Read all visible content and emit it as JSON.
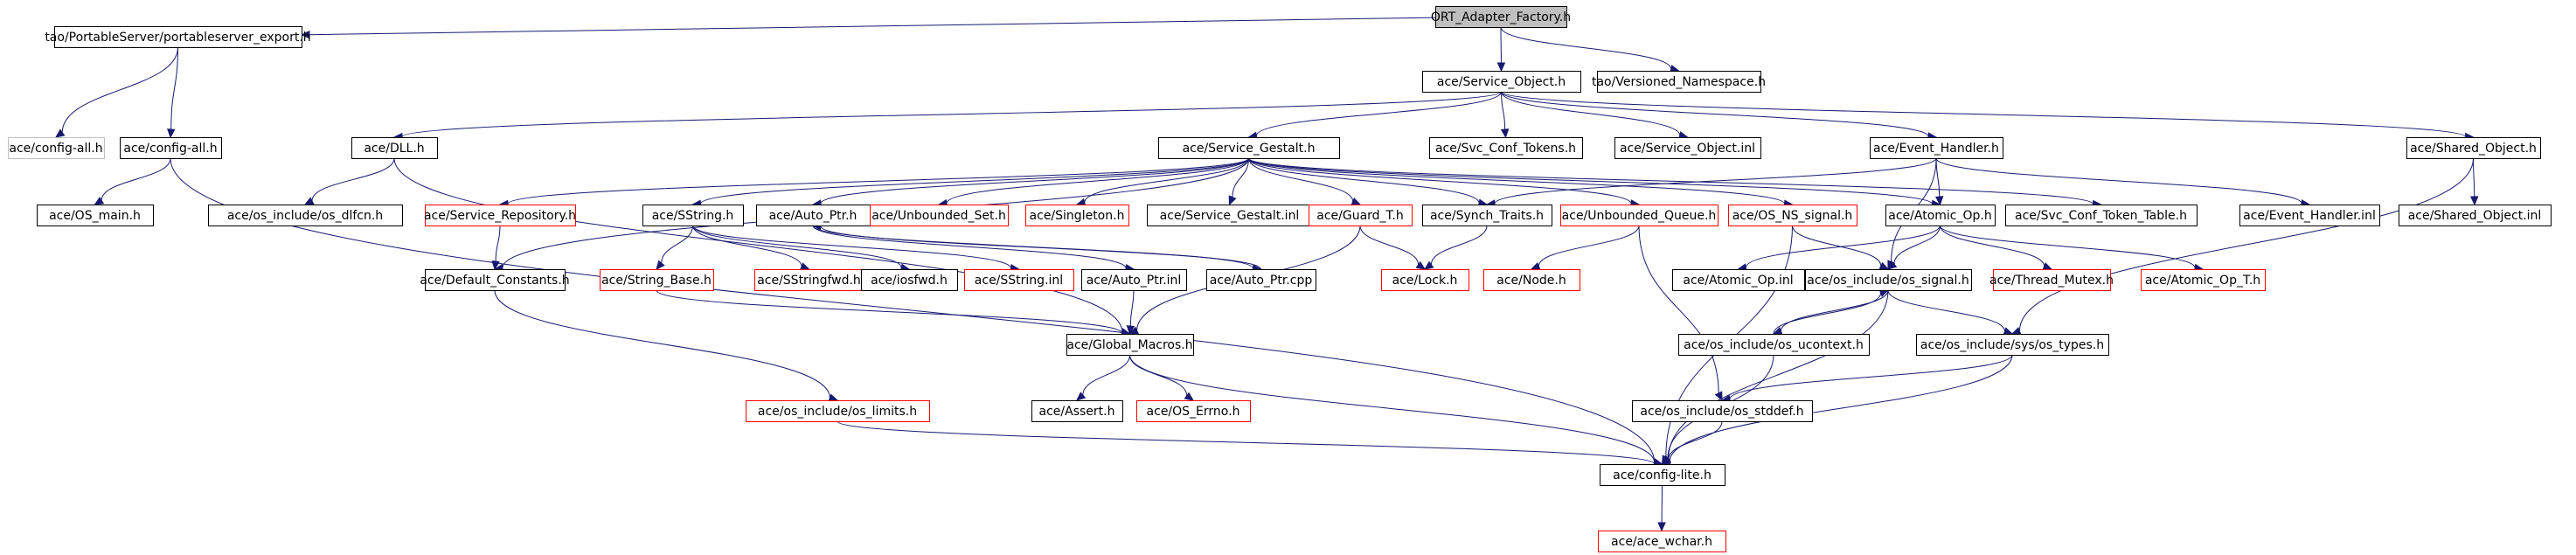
{
  "colors": {
    "root_fill": "#bfbfbf",
    "node_fill": "#ffffff",
    "normal_border": "#000000",
    "truncated_border": "#ff0000",
    "external_border": "#bfbfbf",
    "edge": "#191970"
  },
  "nodes": [
    {
      "id": "ort",
      "label": "ORT_Adapter_Factory.h",
      "kind": "root"
    },
    {
      "id": "pse",
      "label": "tao/PortableServer/portableserver_export.h",
      "kind": "normal"
    },
    {
      "id": "so",
      "label": "ace/Service_Object.h",
      "kind": "normal"
    },
    {
      "id": "vn",
      "label": "tao/Versioned_Namespace.h",
      "kind": "normal"
    },
    {
      "id": "cfg_all_h",
      "label": "ace/config-all.h",
      "kind": "external"
    },
    {
      "id": "cfg_all",
      "label": "ace/config-all.h",
      "kind": "normal"
    },
    {
      "id": "os_main",
      "label": "ace/OS_main.h",
      "kind": "normal"
    },
    {
      "id": "dll",
      "label": "ace/DLL.h",
      "kind": "normal"
    },
    {
      "id": "dlfcn",
      "label": "ace/os_include/os_dlfcn.h",
      "kind": "normal"
    },
    {
      "id": "sg",
      "label": "ace/Service_Gestalt.h",
      "kind": "normal"
    },
    {
      "id": "sct",
      "label": "ace/Svc_Conf_Tokens.h",
      "kind": "normal"
    },
    {
      "id": "soinl",
      "label": "ace/Service_Object.inl",
      "kind": "normal"
    },
    {
      "id": "eh",
      "label": "ace/Event_Handler.h",
      "kind": "normal"
    },
    {
      "id": "sho",
      "label": "ace/Shared_Object.h",
      "kind": "normal"
    },
    {
      "id": "sr",
      "label": "ace/Service_Repository.h",
      "kind": "truncated"
    },
    {
      "id": "ss",
      "label": "ace/SString.h",
      "kind": "normal"
    },
    {
      "id": "ap",
      "label": "ace/Auto_Ptr.h",
      "kind": "normal"
    },
    {
      "id": "us",
      "label": "ace/Unbounded_Set.h",
      "kind": "truncated"
    },
    {
      "id": "sing",
      "label": "ace/Singleton.h",
      "kind": "truncated"
    },
    {
      "id": "sginl",
      "label": "ace/Service_Gestalt.inl",
      "kind": "normal"
    },
    {
      "id": "gt",
      "label": "ace/Guard_T.h",
      "kind": "truncated"
    },
    {
      "id": "st",
      "label": "ace/Synch_Traits.h",
      "kind": "normal"
    },
    {
      "id": "uq",
      "label": "ace/Unbounded_Queue.h",
      "kind": "truncated"
    },
    {
      "id": "nss",
      "label": "ace/OS_NS_signal.h",
      "kind": "truncated"
    },
    {
      "id": "aop",
      "label": "ace/Atomic_Op.h",
      "kind": "normal"
    },
    {
      "id": "sctt",
      "label": "ace/Svc_Conf_Token_Table.h",
      "kind": "normal"
    },
    {
      "id": "ehinl",
      "label": "ace/Event_Handler.inl",
      "kind": "normal"
    },
    {
      "id": "shoinl",
      "label": "ace/Shared_Object.inl",
      "kind": "normal"
    },
    {
      "id": "dc",
      "label": "ace/Default_Constants.h",
      "kind": "normal"
    },
    {
      "id": "sb",
      "label": "ace/String_Base.h",
      "kind": "truncated"
    },
    {
      "id": "ssfwd",
      "label": "ace/SStringfwd.h",
      "kind": "truncated"
    },
    {
      "id": "iosfwd",
      "label": "ace/iosfwd.h",
      "kind": "normal"
    },
    {
      "id": "ssinl",
      "label": "ace/SString.inl",
      "kind": "truncated"
    },
    {
      "id": "apinl",
      "label": "ace/Auto_Ptr.inl",
      "kind": "normal"
    },
    {
      "id": "apcpp",
      "label": "ace/Auto_Ptr.cpp",
      "kind": "normal"
    },
    {
      "id": "lock",
      "label": "ace/Lock.h",
      "kind": "truncated"
    },
    {
      "id": "node",
      "label": "ace/Node.h",
      "kind": "truncated"
    },
    {
      "id": "aopinl",
      "label": "ace/Atomic_Op.inl",
      "kind": "normal"
    },
    {
      "id": "ossig",
      "label": "ace/os_include/os_signal.h",
      "kind": "normal"
    },
    {
      "id": "tm",
      "label": "ace/Thread_Mutex.h",
      "kind": "truncated"
    },
    {
      "id": "aopt",
      "label": "ace/Atomic_Op_T.h",
      "kind": "truncated"
    },
    {
      "id": "gm",
      "label": "ace/Global_Macros.h",
      "kind": "normal"
    },
    {
      "id": "uctx",
      "label": "ace/os_include/os_ucontext.h",
      "kind": "normal"
    },
    {
      "id": "systypes",
      "label": "ace/os_include/sys/os_types.h",
      "kind": "normal"
    },
    {
      "id": "limits",
      "label": "ace/os_include/os_limits.h",
      "kind": "truncated"
    },
    {
      "id": "assert",
      "label": "ace/Assert.h",
      "kind": "normal"
    },
    {
      "id": "errno",
      "label": "ace/OS_Errno.h",
      "kind": "truncated"
    },
    {
      "id": "stddef",
      "label": "ace/os_include/os_stddef.h",
      "kind": "normal"
    },
    {
      "id": "cl",
      "label": "ace/config-lite.h",
      "kind": "normal"
    },
    {
      "id": "wchar",
      "label": "ace/ace_wchar.h",
      "kind": "truncated"
    }
  ],
  "edges": [
    [
      "ort",
      "pse"
    ],
    [
      "ort",
      "so"
    ],
    [
      "ort",
      "vn"
    ],
    [
      "pse",
      "cfg_all_h"
    ],
    [
      "pse",
      "cfg_all"
    ],
    [
      "cfg_all",
      "os_main"
    ],
    [
      "cfg_all",
      "cl"
    ],
    [
      "so",
      "dll"
    ],
    [
      "so",
      "sg"
    ],
    [
      "so",
      "sct"
    ],
    [
      "so",
      "soinl"
    ],
    [
      "so",
      "eh"
    ],
    [
      "so",
      "sho"
    ],
    [
      "dll",
      "dlfcn"
    ],
    [
      "dll",
      "gm"
    ],
    [
      "sg",
      "sr"
    ],
    [
      "sg",
      "ss"
    ],
    [
      "sg",
      "ap"
    ],
    [
      "sg",
      "us"
    ],
    [
      "sg",
      "sing"
    ],
    [
      "sg",
      "sginl"
    ],
    [
      "sg",
      "gt"
    ],
    [
      "sg",
      "st"
    ],
    [
      "sg",
      "uq"
    ],
    [
      "sg",
      "nss"
    ],
    [
      "sg",
      "aop"
    ],
    [
      "sg",
      "sctt"
    ],
    [
      "sg",
      "dc"
    ],
    [
      "eh",
      "aop"
    ],
    [
      "eh",
      "ehinl"
    ],
    [
      "eh",
      "st"
    ],
    [
      "eh",
      "ossig"
    ],
    [
      "sho",
      "shoinl"
    ],
    [
      "sho",
      "systypes"
    ],
    [
      "sr",
      "dc"
    ],
    [
      "ss",
      "sb"
    ],
    [
      "ss",
      "ssfwd"
    ],
    [
      "ss",
      "iosfwd"
    ],
    [
      "ss",
      "ssinl"
    ],
    [
      "ap",
      "apinl"
    ],
    [
      "ap",
      "apcpp"
    ],
    [
      "apinl",
      "gm"
    ],
    [
      "apcpp",
      "ap"
    ],
    [
      "sb",
      "gm"
    ],
    [
      "gt",
      "lock"
    ],
    [
      "gt",
      "gm"
    ],
    [
      "st",
      "lock"
    ],
    [
      "uq",
      "node"
    ],
    [
      "uq",
      "stddef"
    ],
    [
      "nss",
      "ossig"
    ],
    [
      "nss",
      "cl"
    ],
    [
      "aop",
      "aopinl"
    ],
    [
      "aop",
      "ossig"
    ],
    [
      "aop",
      "tm"
    ],
    [
      "aop",
      "aopt"
    ],
    [
      "dc",
      "limits"
    ],
    [
      "ossig",
      "uctx"
    ],
    [
      "ossig",
      "systypes"
    ],
    [
      "ossig",
      "cl"
    ],
    [
      "uctx",
      "ossig"
    ],
    [
      "uctx",
      "cl"
    ],
    [
      "gm",
      "assert"
    ],
    [
      "gm",
      "errno"
    ],
    [
      "gm",
      "cl"
    ],
    [
      "systypes",
      "stddef"
    ],
    [
      "systypes",
      "cl"
    ],
    [
      "stddef",
      "cl"
    ],
    [
      "limits",
      "cl"
    ],
    [
      "cl",
      "wchar"
    ]
  ]
}
